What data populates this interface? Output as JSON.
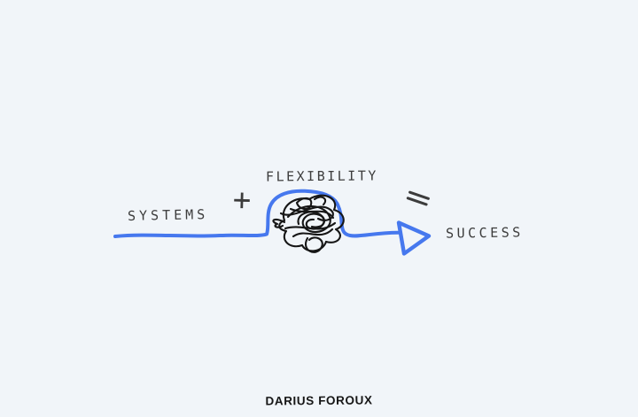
{
  "colors": {
    "background": "#F1F5F9",
    "accent_blue": "#4678EE",
    "label_ink": "#3C3C3C",
    "scribble_ink": "#161616"
  },
  "diagram": {
    "left_term": "SYSTEMS",
    "plus_operator": "+",
    "top_term": "FLEXIBILITY",
    "equals_operator": "=",
    "right_term": "SUCCESS",
    "tangle_icon": "scribble-tangle"
  },
  "footer": {
    "signature": "DARIUS FOROUX"
  }
}
